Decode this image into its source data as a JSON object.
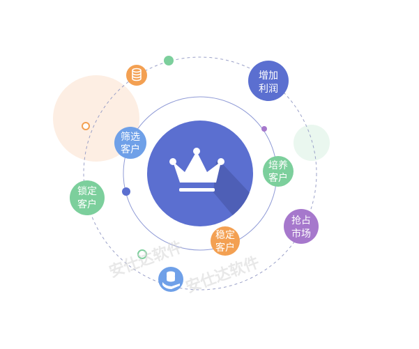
{
  "nodes": [
    {
      "id": "increase-profit",
      "lines": [
        "增加",
        "利润"
      ]
    },
    {
      "id": "filter-customers",
      "lines": [
        "筛选",
        "客户"
      ]
    },
    {
      "id": "nurture-customers",
      "lines": [
        "培养",
        "客户"
      ]
    },
    {
      "id": "lock-customers",
      "lines": [
        "锁定",
        "客户"
      ]
    },
    {
      "id": "seize-market",
      "lines": [
        "抢占",
        "市场"
      ]
    },
    {
      "id": "stabilize-customers",
      "lines": [
        "稳定",
        "客户"
      ]
    }
  ],
  "watermark": [
    "安仕达软件",
    "安仕达软件"
  ],
  "colors": {
    "center": "#5b6fd0",
    "center_shadow": "#4a59ad",
    "orbit_inner": "#8f9ad6",
    "orbit_outer": "#9aa0c8",
    "increase-profit": "#5b6fd0",
    "filter-customers": "#6fa0e8",
    "nurture-customers": "#7ccf9c",
    "lock-customers": "#7ccf9c",
    "seize-market": "#a678cc",
    "stabilize-customers": "#f3a052",
    "coin_icon": "#f3a052",
    "hand_icon": "#6fa0e8",
    "dot_green": "#7ccf9c",
    "dot_navy": "#5b6fd0",
    "dot_purple": "#a678cc",
    "ring_orange": "#f3a052",
    "ring_green": "#7ccf9c",
    "halo_peach": "#fdeee3",
    "halo_mint": "#eaf7ef"
  },
  "icons": {
    "center": "crown-icon",
    "top_left": "coin-stack-icon",
    "bottom": "hand-coin-icon"
  }
}
